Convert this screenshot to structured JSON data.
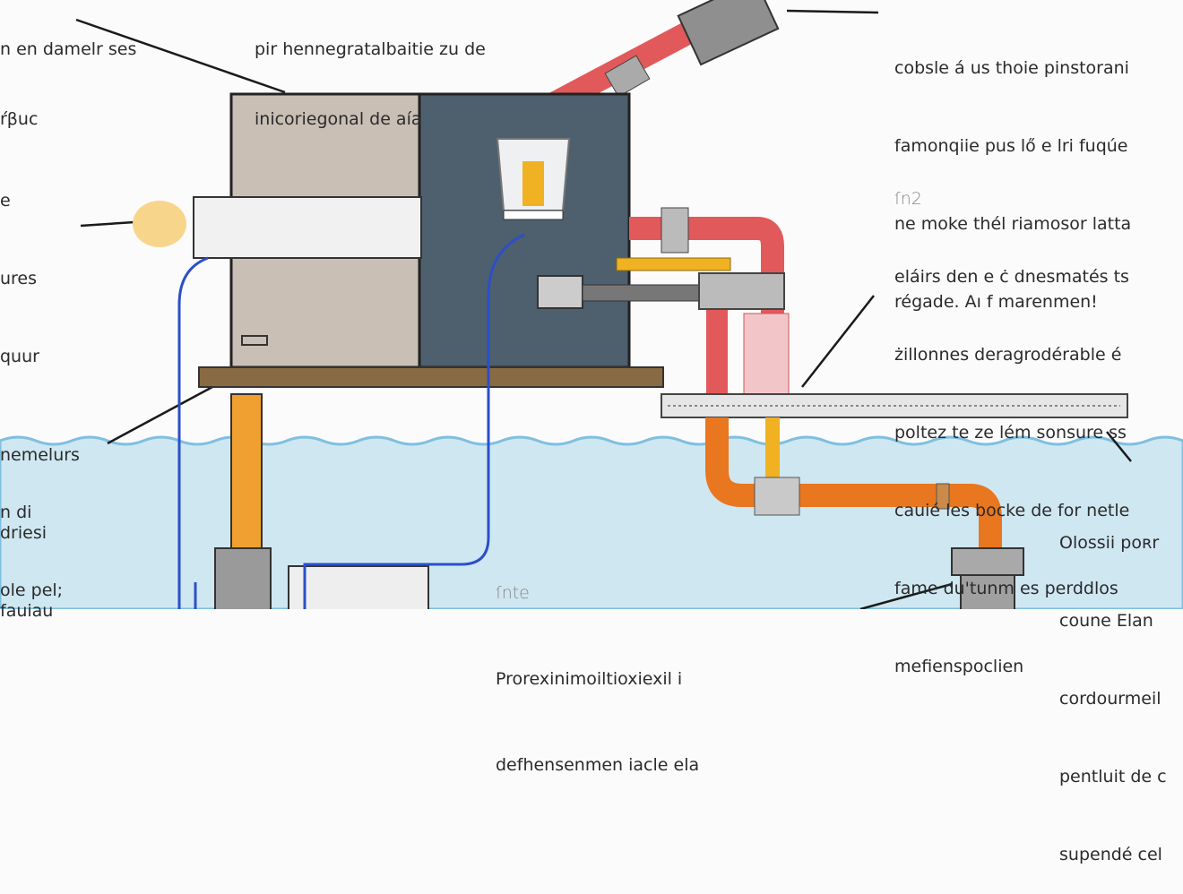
{
  "labels": {
    "top_left": [
      "n en damelr ses",
      "ŕβuc"
    ],
    "top_center": [
      "pir hennegratalbaitie zu de",
      "inicoriegonal de aía"
    ],
    "top_right": [
      "cobsle á us thoie pinstorani",
      "famonqiie pus lő e lri fuqúe",
      "ne moke thél riamosor  latta",
      "régade. Aı f marenmen!"
    ],
    "right_mid_heading": "ſn2",
    "right_mid": [
      "eláirs den e ċ dnesmatés ts",
      "żillonnes deragrodérable é",
      "poltez te ze lém sonsure ss",
      "cauié les bocke de for netle",
      "fame du'tunm es perddlos",
      "mefienspoclien"
    ],
    "left_mid": [
      "e",
      "ures",
      " quur",
      "",
      "n di",
      "ole pel;"
    ],
    "left_bottom": [
      "nemelurs",
      "driesi",
      " fauiau"
    ],
    "bottom_center_heading": "ſnte",
    "bottom_center": [
      "Prorexinimoiltioxiexil i",
      "defhensenmen iacle ela"
    ],
    "bottom_right": [
      "Olossii poʀr",
      "coune Elan",
      "cordourmeil",
      "pentluit de c",
      "supendé cel"
    ]
  },
  "colors": {
    "water": "#cfe7f1",
    "machine_left": "#c9bfb5",
    "machine_right": "#4e5f6e",
    "red_pipe": "#e2595b",
    "orange_pipe": "#e8771f",
    "yellow": "#f0b122",
    "platform": "#8a6a42",
    "wire": "#2b4fc9"
  }
}
